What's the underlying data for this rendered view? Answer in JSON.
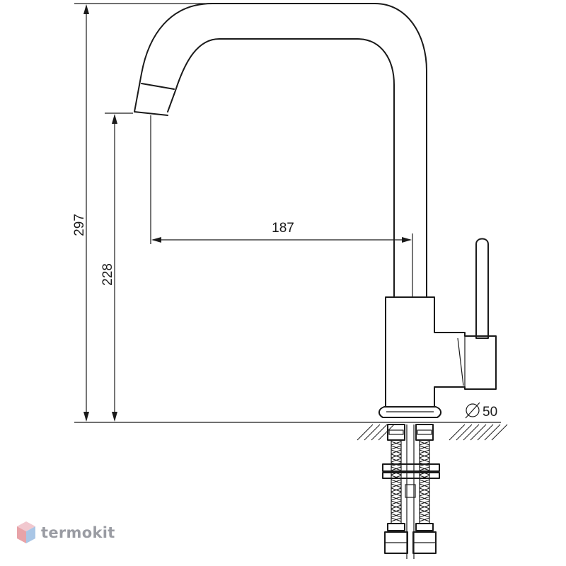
{
  "dimensions": {
    "total_height": "297",
    "spout_height": "228",
    "spout_reach": "187",
    "base_diameter": "50",
    "diameter_symbol": "⌀"
  },
  "watermark": {
    "brand": "termokit",
    "brand_color": "#9a9ca3",
    "icon_colors": [
      "#e8a3a8",
      "#a9c6e6",
      "#f1c8cf"
    ]
  },
  "line_color": "#1a1a1a"
}
